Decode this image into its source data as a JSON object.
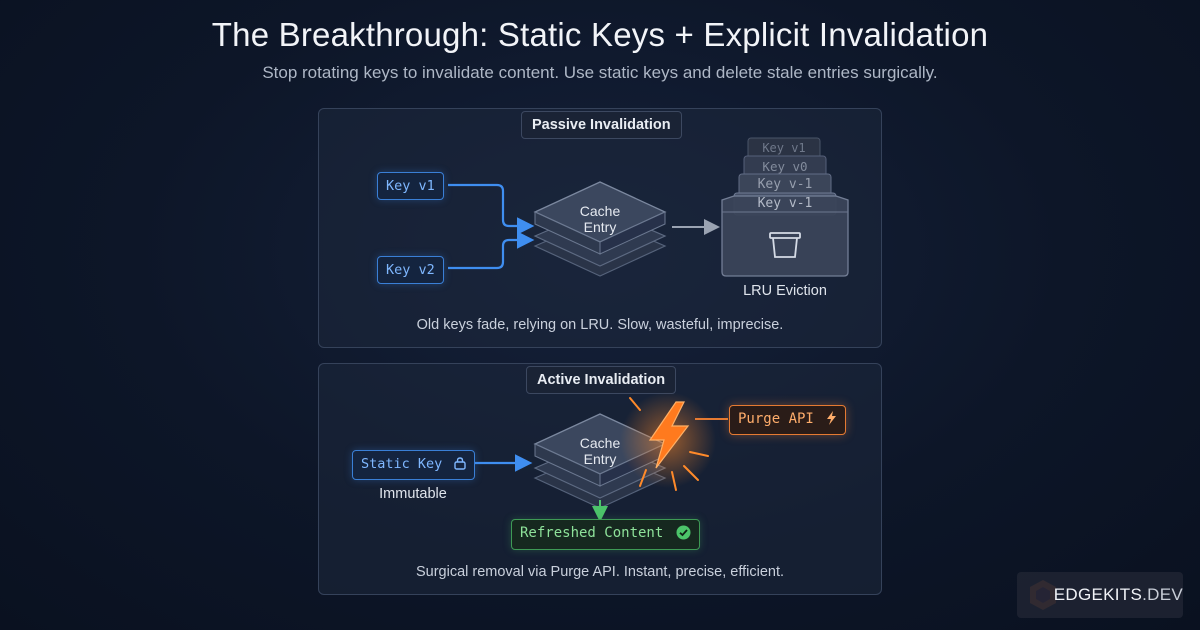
{
  "header": {
    "title": "The Breakthrough: Static Keys + Explicit Invalidation",
    "subtitle": "Stop rotating keys to invalidate content. Use static keys and delete stale entries surgically."
  },
  "passive": {
    "label": "Passive Invalidation",
    "key1": "Key v1",
    "key2": "Key v2",
    "cache_line1": "Cache",
    "cache_line2": "Entry",
    "stack": [
      "Key v1",
      "Key v0",
      "Key v-1",
      "Key v-1"
    ],
    "bin_label": "LRU Eviction",
    "caption": "Old keys fade, relying on LRU. Slow, wasteful, imprecise."
  },
  "active": {
    "label": "Active Invalidation",
    "static_key": "Static Key",
    "static_sub": "Immutable",
    "cache_line1": "Cache",
    "cache_line2": "Entry",
    "purge": "Purge API",
    "refreshed": "Refreshed Content",
    "caption": "Surgical removal via Purge API. Instant, precise, efficient."
  },
  "brand": {
    "name": "EDGEKITS",
    "tld": ".DEV"
  },
  "colors": {
    "key_blue": "#3a7fd6",
    "purge_orange": "#e57a32",
    "refresh_green": "#3e9a55",
    "lightning": "#ff8a2a"
  }
}
